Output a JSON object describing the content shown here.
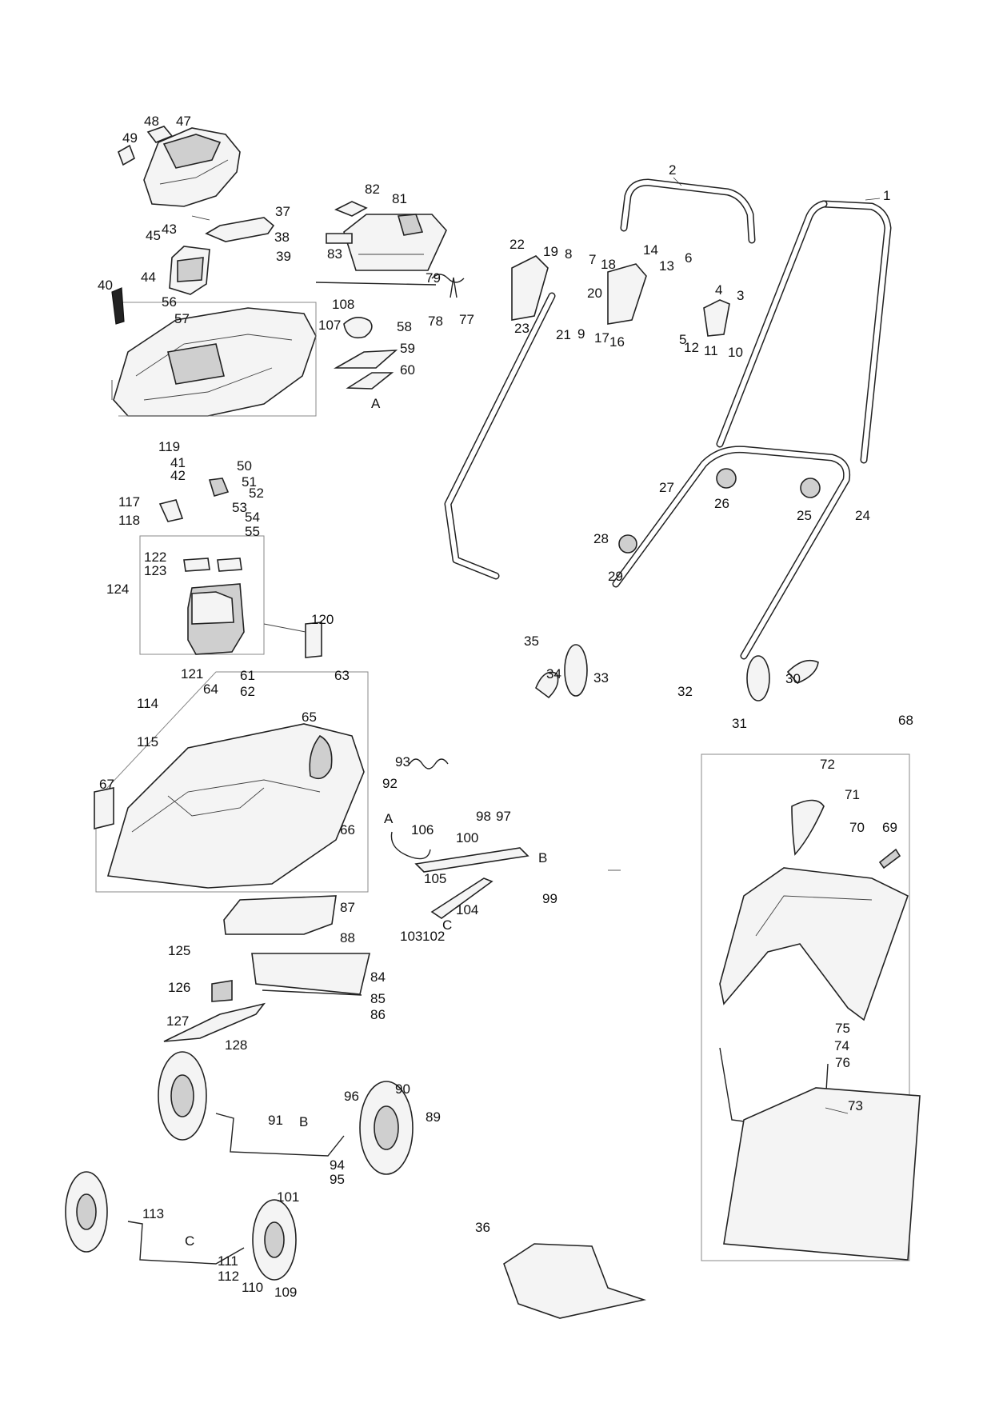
{
  "labels": {
    "n1": "1",
    "n2": "2",
    "n3": "3",
    "n4": "4",
    "n5": "5",
    "n6": "6",
    "n7": "7",
    "n8": "8",
    "n9": "9",
    "n10": "10",
    "n11": "11",
    "n12": "12",
    "n13": "13",
    "n14": "14",
    "n16": "16",
    "n17": "17",
    "n18": "18",
    "n19": "19",
    "n20": "20",
    "n21": "21",
    "n22": "22",
    "n23": "23",
    "n24": "24",
    "n25": "25",
    "n26": "26",
    "n27": "27",
    "n28": "28",
    "n29": "29",
    "n30": "30",
    "n31": "31",
    "n32": "32",
    "n33": "33",
    "n34": "34",
    "n35": "35",
    "n36": "36",
    "n37": "37",
    "n38": "38",
    "n39": "39",
    "n40": "40",
    "n41": "41",
    "n42": "42",
    "n43": "43",
    "n44": "44",
    "n45": "45",
    "n47": "47",
    "n48": "48",
    "n49": "49",
    "n50": "50",
    "n51": "51",
    "n52": "52",
    "n53": "53",
    "n54": "54",
    "n55": "55",
    "n56": "56",
    "n57": "57",
    "n58": "58",
    "n59": "59",
    "n60": "60",
    "n61": "61",
    "n62": "62",
    "n63": "63",
    "n64": "64",
    "n65": "65",
    "n66": "66",
    "n67": "67",
    "n68": "68",
    "n69": "69",
    "n70": "70",
    "n71": "71",
    "n72": "72",
    "n73": "73",
    "n74": "74",
    "n75": "75",
    "n76": "76",
    "n77": "77",
    "n78": "78",
    "n79": "79",
    "n81": "81",
    "n82": "82",
    "n83": "83",
    "n84": "84",
    "n85": "85",
    "n86": "86",
    "n87": "87",
    "n88": "88",
    "n89": "89",
    "n90": "90",
    "n91": "91",
    "n92": "92",
    "n93": "93",
    "n94": "94",
    "n95": "95",
    "n96": "96",
    "n97": "97",
    "n98": "98",
    "n99": "99",
    "n100": "100",
    "n101": "101",
    "n102": "102",
    "n103": "103",
    "n104": "104",
    "n105": "105",
    "n106": "106",
    "n107": "107",
    "n108": "108",
    "n109": "109",
    "n110": "110",
    "n111": "111",
    "n112": "112",
    "n113": "113",
    "n114": "114",
    "n115": "115",
    "n117": "117",
    "n118": "118",
    "n119": "119",
    "n120": "120",
    "n121": "121",
    "n122": "122",
    "n123": "123",
    "n124": "124",
    "n125": "125",
    "n126": "126",
    "n127": "127",
    "n128": "128"
  },
  "refs": {
    "a_top": "A",
    "a_lever": "A",
    "b_link": "B",
    "b_axle": "B",
    "c_link": "C",
    "c_axle": "C"
  },
  "colors": {
    "line": "#222222",
    "fill": "#f4f4f4",
    "frame": "#888888"
  }
}
